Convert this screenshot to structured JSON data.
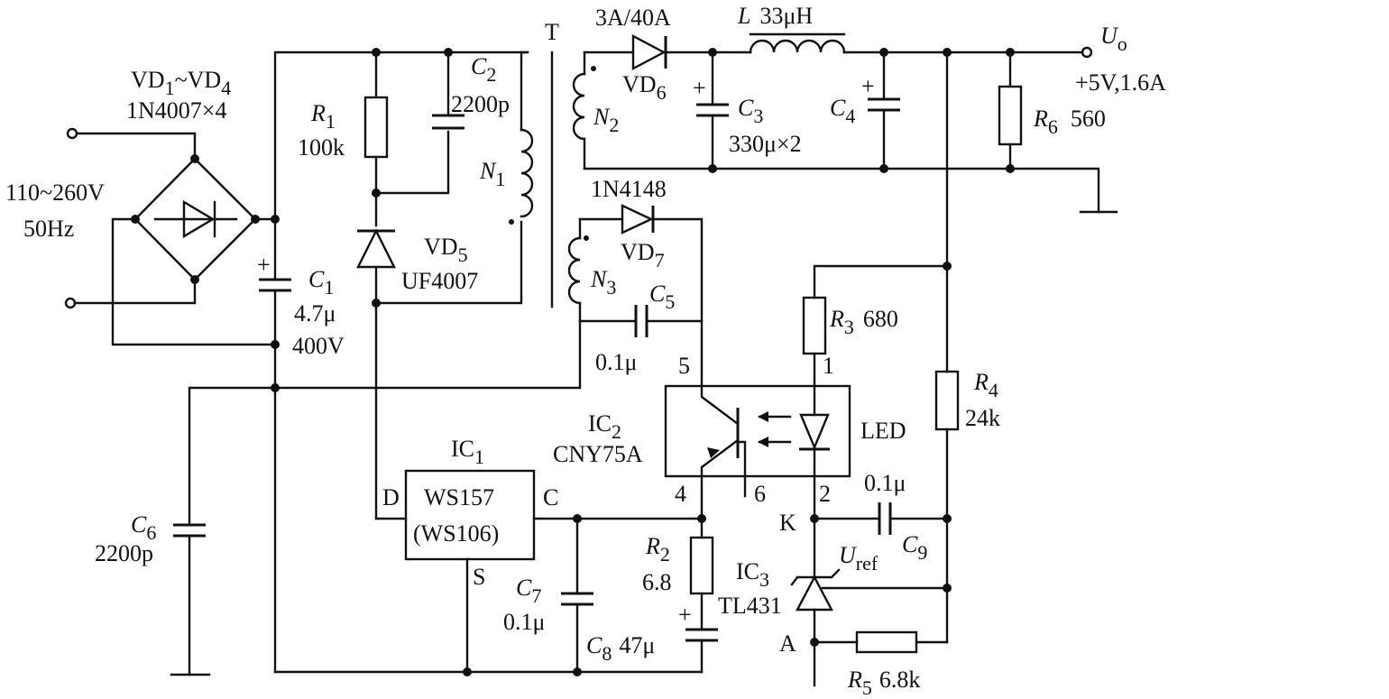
{
  "source": {
    "label": "110~260V",
    "freq": "50Hz"
  },
  "bridge": {
    "ref": "VD",
    "ref_sub1": "1",
    "tilde": "~VD",
    "ref_sub2": "4",
    "part": "1N4007×4"
  },
  "c1": {
    "ref": "C",
    "sub": "1",
    "value": "4.7μ",
    "voltage": "400V",
    "plus": "+"
  },
  "r1": {
    "ref": "R",
    "sub": "1",
    "value": "100k"
  },
  "c2": {
    "ref": "C",
    "sub": "2",
    "value": "2200p"
  },
  "vd5": {
    "ref": "VD",
    "sub": "5",
    "part": "UF4007"
  },
  "transformer": {
    "ref": "T",
    "n1": "N",
    "n1_sub": "1",
    "n2": "N",
    "n2_sub": "2",
    "n3": "N",
    "n3_sub": "3"
  },
  "vd6": {
    "rating": "3A/40A",
    "ref": "VD",
    "sub": "6"
  },
  "inductor": {
    "ref": "L",
    "value": "33μH"
  },
  "c3": {
    "ref": "C",
    "sub": "3",
    "value": "330μ×2",
    "plus": "+"
  },
  "c4": {
    "ref": "C",
    "sub": "4",
    "plus": "+"
  },
  "r6": {
    "ref": "R",
    "sub": "6",
    "value": "560"
  },
  "output": {
    "ref": "U",
    "sub": "o",
    "spec": "+5V,1.6A"
  },
  "vd7": {
    "part": "1N4148",
    "ref": "VD",
    "sub": "7"
  },
  "c5": {
    "ref": "C",
    "sub": "5",
    "value": "0.1μ"
  },
  "r3": {
    "ref": "R",
    "sub": "3",
    "value": "680"
  },
  "ic2": {
    "ref": "IC",
    "sub": "2",
    "part": "CNY75A",
    "pin5": "5",
    "pin1": "1",
    "pin4": "4",
    "pin6": "6",
    "pin2": "2",
    "led": "LED"
  },
  "r4": {
    "ref": "R",
    "sub": "4",
    "value": "24k"
  },
  "ic1": {
    "ref": "IC",
    "sub": "1",
    "part": "WS157",
    "alt": "(WS106)",
    "pin_d": "D",
    "pin_c": "C",
    "pin_s": "S"
  },
  "c6": {
    "ref": "C",
    "sub": "6",
    "value": "2200p"
  },
  "c7": {
    "ref": "C",
    "sub": "7",
    "value": "0.1μ"
  },
  "r2": {
    "ref": "R",
    "sub": "2",
    "value": "6.8"
  },
  "c8": {
    "ref": "C",
    "sub": "8",
    "value": "47μ",
    "plus": "+"
  },
  "c9": {
    "ref": "C",
    "sub": "9",
    "value": "0.1μ"
  },
  "ic3": {
    "ref": "IC",
    "sub": "3",
    "part": "TL431",
    "k": "K",
    "a": "A",
    "uref": "U",
    "uref_sub": "ref"
  },
  "r5": {
    "ref": "R",
    "sub": "5",
    "value": "6.8k"
  }
}
